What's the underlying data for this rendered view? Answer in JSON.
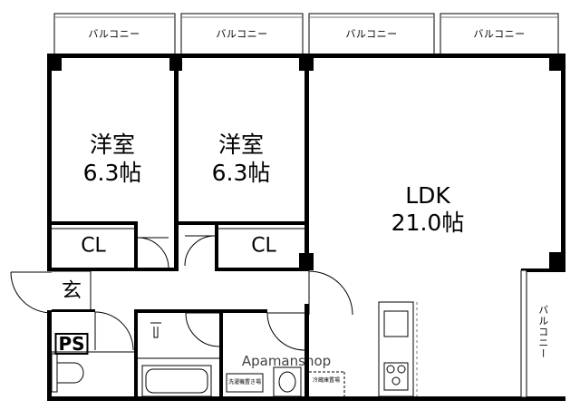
{
  "balconies": {
    "b1": "バルコニー",
    "b2": "バルコニー",
    "b3": "バルコニー",
    "b4": "バルコニー",
    "side": "バルコニー"
  },
  "rooms": {
    "western1": {
      "name": "洋室",
      "size": "6.3帖"
    },
    "western2": {
      "name": "洋室",
      "size": "6.3帖"
    },
    "ldk": {
      "name": "LDK",
      "size": "21.0帖"
    }
  },
  "closets": {
    "cl1": "CL",
    "cl2": "CL"
  },
  "entrance": "玄",
  "ps": "PS",
  "washer_label": "洗濯機置き場",
  "fridge_label": "冷蔵庫置場",
  "watermark": {
    "text": "Apamanshop"
  }
}
